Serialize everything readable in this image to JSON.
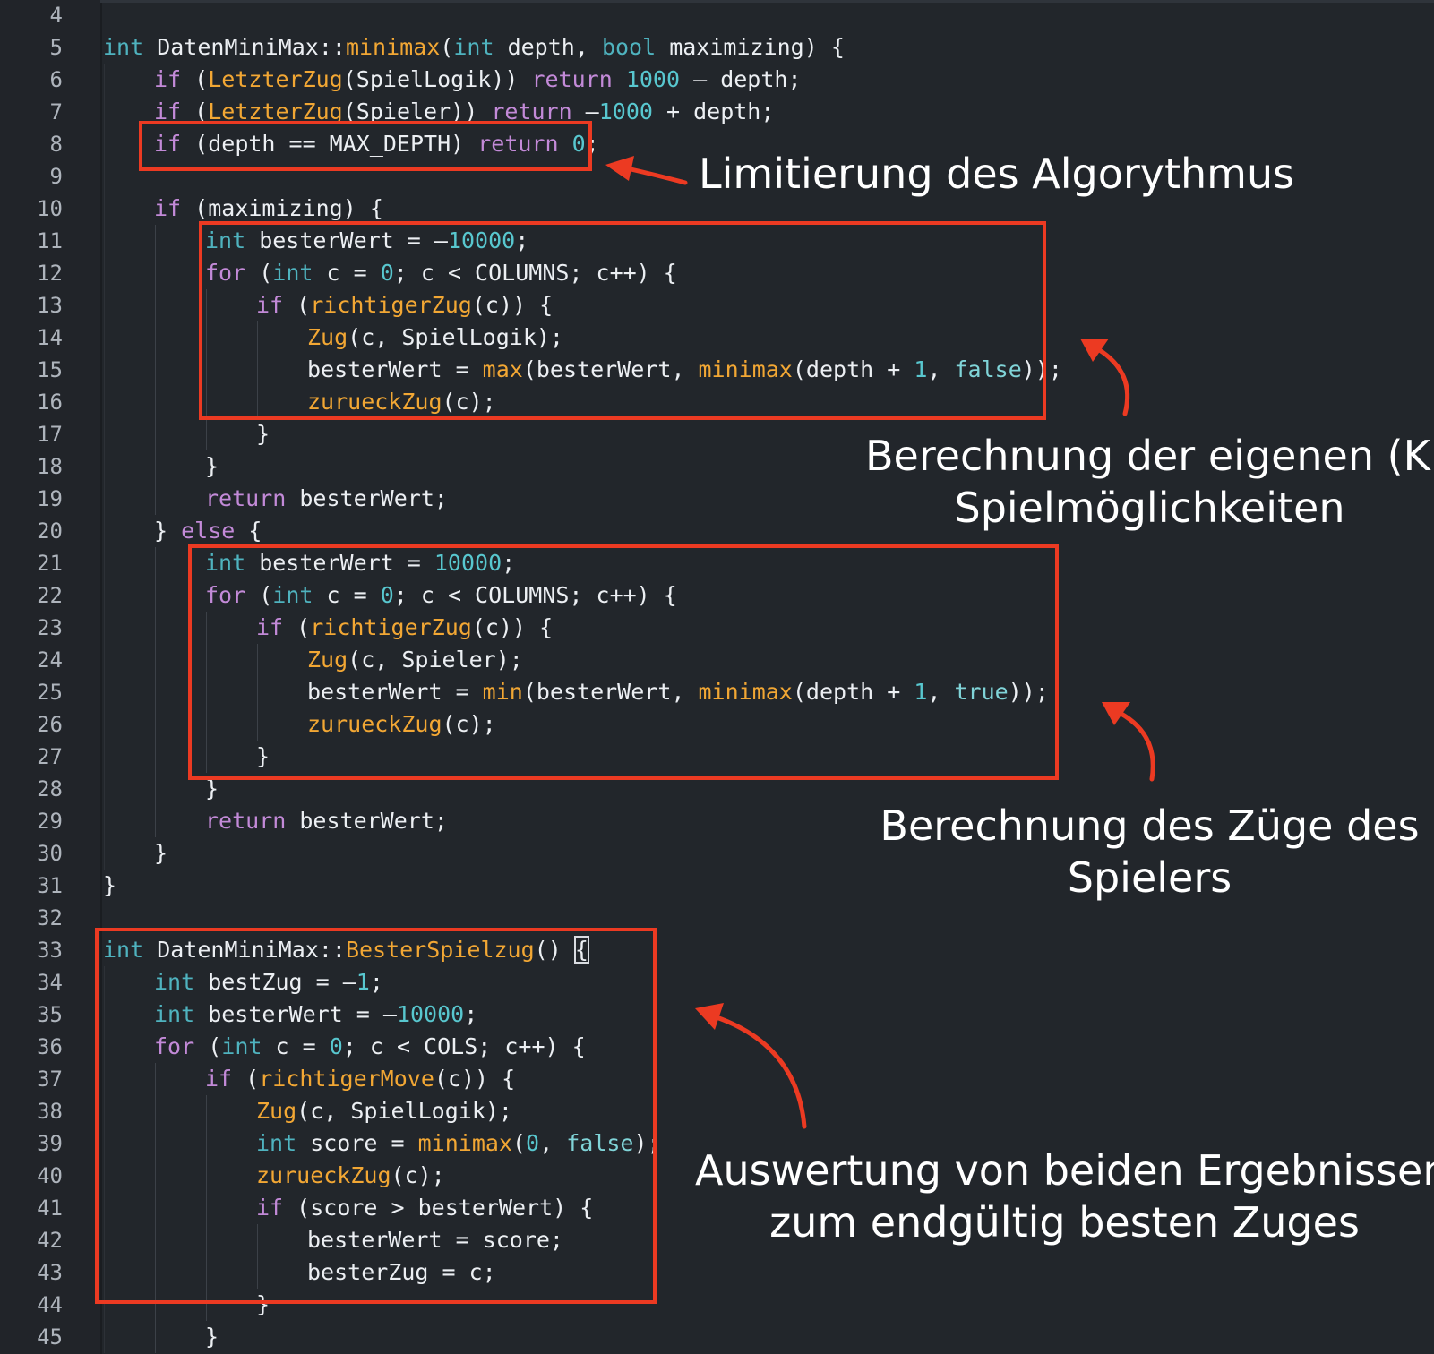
{
  "editor": {
    "lines": [
      {
        "n": "4",
        "indent": 0,
        "tokens": []
      },
      {
        "n": "5",
        "indent": 0,
        "tokens": [
          {
            "t": "int",
            "c": "ty"
          },
          {
            "t": " DatenMiniMax::"
          },
          {
            "t": "minimax",
            "c": "fn"
          },
          {
            "t": "("
          },
          {
            "t": "int",
            "c": "ty"
          },
          {
            "t": " depth, "
          },
          {
            "t": "bool",
            "c": "ty"
          },
          {
            "t": " maximizing) {"
          }
        ]
      },
      {
        "n": "6",
        "indent": 1,
        "tokens": [
          {
            "t": "if",
            "c": "kw"
          },
          {
            "t": " ("
          },
          {
            "t": "LetzterZug",
            "c": "fn"
          },
          {
            "t": "(SpielLogik)) "
          },
          {
            "t": "return",
            "c": "kw"
          },
          {
            "t": " "
          },
          {
            "t": "1000",
            "c": "nu"
          },
          {
            "t": " – depth;"
          }
        ]
      },
      {
        "n": "7",
        "indent": 1,
        "tokens": [
          {
            "t": "if",
            "c": "kw"
          },
          {
            "t": " ("
          },
          {
            "t": "LetzterZug",
            "c": "fn"
          },
          {
            "t": "(Spieler)) "
          },
          {
            "t": "return",
            "c": "kw"
          },
          {
            "t": " –"
          },
          {
            "t": "1000",
            "c": "nu"
          },
          {
            "t": " + depth;"
          }
        ]
      },
      {
        "n": "8",
        "indent": 1,
        "tokens": [
          {
            "t": "if",
            "c": "kw"
          },
          {
            "t": " (depth == MAX_DEPTH) "
          },
          {
            "t": "return",
            "c": "kw"
          },
          {
            "t": " "
          },
          {
            "t": "0",
            "c": "nu"
          },
          {
            "t": ";"
          }
        ]
      },
      {
        "n": "9",
        "indent": 1,
        "tokens": []
      },
      {
        "n": "10",
        "indent": 1,
        "tokens": [
          {
            "t": "if",
            "c": "kw"
          },
          {
            "t": " (maximizing) {"
          }
        ]
      },
      {
        "n": "11",
        "indent": 2,
        "tokens": [
          {
            "t": "int",
            "c": "ty"
          },
          {
            "t": " besterWert = –"
          },
          {
            "t": "10000",
            "c": "nu"
          },
          {
            "t": ";"
          }
        ]
      },
      {
        "n": "12",
        "indent": 2,
        "tokens": [
          {
            "t": "for",
            "c": "kw"
          },
          {
            "t": " ("
          },
          {
            "t": "int",
            "c": "ty"
          },
          {
            "t": " c = "
          },
          {
            "t": "0",
            "c": "nu"
          },
          {
            "t": "; c < COLUMNS; c++) {"
          }
        ]
      },
      {
        "n": "13",
        "indent": 3,
        "tokens": [
          {
            "t": "if",
            "c": "kw"
          },
          {
            "t": " ("
          },
          {
            "t": "richtigerZug",
            "c": "fn"
          },
          {
            "t": "(c)) {"
          }
        ]
      },
      {
        "n": "14",
        "indent": 4,
        "tokens": [
          {
            "t": "Zug",
            "c": "fn"
          },
          {
            "t": "(c, SpielLogik);"
          }
        ]
      },
      {
        "n": "15",
        "indent": 4,
        "tokens": [
          {
            "t": "besterWert = "
          },
          {
            "t": "max",
            "c": "fn"
          },
          {
            "t": "(besterWert, "
          },
          {
            "t": "minimax",
            "c": "fn"
          },
          {
            "t": "(depth + "
          },
          {
            "t": "1",
            "c": "nu"
          },
          {
            "t": ", "
          },
          {
            "t": "false",
            "c": "bool"
          },
          {
            "t": "));"
          }
        ]
      },
      {
        "n": "16",
        "indent": 4,
        "tokens": [
          {
            "t": "zurueckZug",
            "c": "fn"
          },
          {
            "t": "(c);"
          }
        ]
      },
      {
        "n": "17",
        "indent": 3,
        "tokens": [
          {
            "t": "}"
          }
        ]
      },
      {
        "n": "18",
        "indent": 2,
        "tokens": [
          {
            "t": "}"
          }
        ]
      },
      {
        "n": "19",
        "indent": 2,
        "tokens": [
          {
            "t": "return",
            "c": "kw"
          },
          {
            "t": " besterWert;"
          }
        ]
      },
      {
        "n": "20",
        "indent": 1,
        "tokens": [
          {
            "t": "} "
          },
          {
            "t": "else",
            "c": "kw"
          },
          {
            "t": " {"
          }
        ]
      },
      {
        "n": "21",
        "indent": 2,
        "tokens": [
          {
            "t": "int",
            "c": "ty"
          },
          {
            "t": " besterWert = "
          },
          {
            "t": "10000",
            "c": "nu"
          },
          {
            "t": ";"
          }
        ]
      },
      {
        "n": "22",
        "indent": 2,
        "tokens": [
          {
            "t": "for",
            "c": "kw"
          },
          {
            "t": " ("
          },
          {
            "t": "int",
            "c": "ty"
          },
          {
            "t": " c = "
          },
          {
            "t": "0",
            "c": "nu"
          },
          {
            "t": "; c < COLUMNS; c++) {"
          }
        ]
      },
      {
        "n": "23",
        "indent": 3,
        "tokens": [
          {
            "t": "if",
            "c": "kw"
          },
          {
            "t": " ("
          },
          {
            "t": "richtigerZug",
            "c": "fn"
          },
          {
            "t": "(c)) {"
          }
        ]
      },
      {
        "n": "24",
        "indent": 4,
        "tokens": [
          {
            "t": "Zug",
            "c": "fn"
          },
          {
            "t": "(c, Spieler);"
          }
        ]
      },
      {
        "n": "25",
        "indent": 4,
        "tokens": [
          {
            "t": "besterWert = "
          },
          {
            "t": "min",
            "c": "fn"
          },
          {
            "t": "(besterWert, "
          },
          {
            "t": "minimax",
            "c": "fn"
          },
          {
            "t": "(depth + "
          },
          {
            "t": "1",
            "c": "nu"
          },
          {
            "t": ", "
          },
          {
            "t": "true",
            "c": "bool"
          },
          {
            "t": "));"
          }
        ]
      },
      {
        "n": "26",
        "indent": 4,
        "tokens": [
          {
            "t": "zurueckZug",
            "c": "fn"
          },
          {
            "t": "(c);"
          }
        ]
      },
      {
        "n": "27",
        "indent": 3,
        "tokens": [
          {
            "t": "}"
          }
        ]
      },
      {
        "n": "28",
        "indent": 2,
        "tokens": [
          {
            "t": "}"
          }
        ]
      },
      {
        "n": "29",
        "indent": 2,
        "tokens": [
          {
            "t": "return",
            "c": "kw"
          },
          {
            "t": " besterWert;"
          }
        ]
      },
      {
        "n": "30",
        "indent": 1,
        "tokens": [
          {
            "t": "}"
          }
        ]
      },
      {
        "n": "31",
        "indent": 0,
        "tokens": [
          {
            "t": "}"
          }
        ]
      },
      {
        "n": "32",
        "indent": 0,
        "tokens": []
      },
      {
        "n": "33",
        "indent": 0,
        "tokens": [
          {
            "t": "int",
            "c": "ty"
          },
          {
            "t": " DatenMiniMax::"
          },
          {
            "t": "BesterSpielzug",
            "c": "fn"
          },
          {
            "t": "() "
          },
          {
            "t": "{",
            "c": "cursor"
          }
        ]
      },
      {
        "n": "34",
        "indent": 1,
        "tokens": [
          {
            "t": "int",
            "c": "ty"
          },
          {
            "t": " bestZug = –"
          },
          {
            "t": "1",
            "c": "nu"
          },
          {
            "t": ";"
          }
        ]
      },
      {
        "n": "35",
        "indent": 1,
        "tokens": [
          {
            "t": "int",
            "c": "ty"
          },
          {
            "t": " besterWert = –"
          },
          {
            "t": "10000",
            "c": "nu"
          },
          {
            "t": ";"
          }
        ]
      },
      {
        "n": "36",
        "indent": 1,
        "tokens": [
          {
            "t": "for",
            "c": "kw"
          },
          {
            "t": " ("
          },
          {
            "t": "int",
            "c": "ty"
          },
          {
            "t": " c = "
          },
          {
            "t": "0",
            "c": "nu"
          },
          {
            "t": "; c < COLS; c++) {"
          }
        ]
      },
      {
        "n": "37",
        "indent": 2,
        "tokens": [
          {
            "t": "if",
            "c": "kw"
          },
          {
            "t": " ("
          },
          {
            "t": "richtigerMove",
            "c": "fn"
          },
          {
            "t": "(c)) {"
          }
        ]
      },
      {
        "n": "38",
        "indent": 3,
        "tokens": [
          {
            "t": "Zug",
            "c": "fn"
          },
          {
            "t": "(c, SpielLogik);"
          }
        ]
      },
      {
        "n": "39",
        "indent": 3,
        "tokens": [
          {
            "t": "int",
            "c": "ty"
          },
          {
            "t": " score = "
          },
          {
            "t": "minimax",
            "c": "fn"
          },
          {
            "t": "("
          },
          {
            "t": "0",
            "c": "nu"
          },
          {
            "t": ", "
          },
          {
            "t": "false",
            "c": "bool"
          },
          {
            "t": ");"
          }
        ]
      },
      {
        "n": "40",
        "indent": 3,
        "tokens": [
          {
            "t": "zurueckZug",
            "c": "fn"
          },
          {
            "t": "(c);"
          }
        ]
      },
      {
        "n": "41",
        "indent": 3,
        "tokens": [
          {
            "t": "if",
            "c": "kw"
          },
          {
            "t": " (score > besterWert) {"
          }
        ]
      },
      {
        "n": "42",
        "indent": 4,
        "tokens": [
          {
            "t": "besterWert = score;"
          }
        ]
      },
      {
        "n": "43",
        "indent": 4,
        "tokens": [
          {
            "t": "besterZug = c;"
          }
        ]
      },
      {
        "n": "44",
        "indent": 3,
        "tokens": [
          {
            "t": "}"
          }
        ]
      },
      {
        "n": "45",
        "indent": 2,
        "tokens": [
          {
            "t": "}"
          }
        ]
      }
    ]
  },
  "annotations": {
    "limit": "Limitierung des Algorythmus",
    "ai_line1": "Berechnung der eigenen (KI)",
    "ai_line2": "Spielmöglichkeiten",
    "player_line1": "Berechnung des Züge des",
    "player_line2": "Spielers",
    "eval_line1": "Auswertung von beiden Ergebnissen",
    "eval_line2": "zum endgültig besten Zuges"
  },
  "colors": {
    "background": "#22262b",
    "keyword": "#c38ad8",
    "type": "#4fb3bf",
    "function": "#f2a734",
    "number": "#58c7cf",
    "highlight": "#ec3a22"
  }
}
